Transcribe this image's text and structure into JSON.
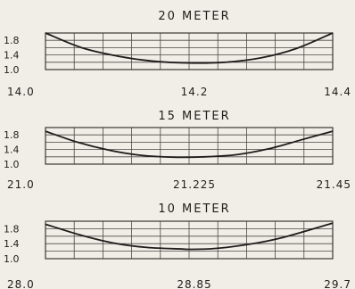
{
  "chart_data": [
    {
      "type": "line",
      "title": "20 METER",
      "xlabels": [
        "14.0",
        "14.2",
        "14.4"
      ],
      "ylabels": [
        "1.8",
        "1.4",
        "1.0"
      ],
      "xlim": [
        14.0,
        14.4
      ],
      "ylim": [
        1.0,
        2.0
      ],
      "grid": true,
      "series": [
        {
          "x": [
            14.0,
            14.05,
            14.1,
            14.15,
            14.2,
            14.25,
            14.3,
            14.35,
            14.4
          ],
          "y": [
            2.0,
            1.6,
            1.37,
            1.23,
            1.18,
            1.2,
            1.32,
            1.58,
            2.0
          ]
        }
      ]
    },
    {
      "type": "line",
      "title": "15 METER",
      "xlabels": [
        "21.0",
        "21.225",
        "21.45"
      ],
      "ylabels": [
        "1.8",
        "1.4",
        "1.0"
      ],
      "xlim": [
        21.0,
        21.45
      ],
      "ylim": [
        1.0,
        2.0
      ],
      "grid": true,
      "series": [
        {
          "x": [
            21.0,
            21.05,
            21.1,
            21.15,
            21.2,
            21.25,
            21.3,
            21.35,
            21.4,
            21.45
          ],
          "y": [
            1.9,
            1.6,
            1.38,
            1.24,
            1.19,
            1.2,
            1.26,
            1.42,
            1.66,
            1.9
          ]
        }
      ]
    },
    {
      "type": "line",
      "title": "10 METER",
      "xlabels": [
        "28.0",
        "28.85",
        "29.7"
      ],
      "ylabels": [
        "1.8",
        "1.4",
        "1.0"
      ],
      "xlim": [
        28.0,
        29.7
      ],
      "ylim": [
        1.0,
        2.0
      ],
      "grid": true,
      "series": [
        {
          "x": [
            28.0,
            28.2,
            28.4,
            28.6,
            28.8,
            28.85,
            29.0,
            29.2,
            29.4,
            29.7
          ],
          "y": [
            1.92,
            1.64,
            1.42,
            1.3,
            1.26,
            1.25,
            1.27,
            1.38,
            1.56,
            1.95
          ]
        }
      ]
    }
  ]
}
